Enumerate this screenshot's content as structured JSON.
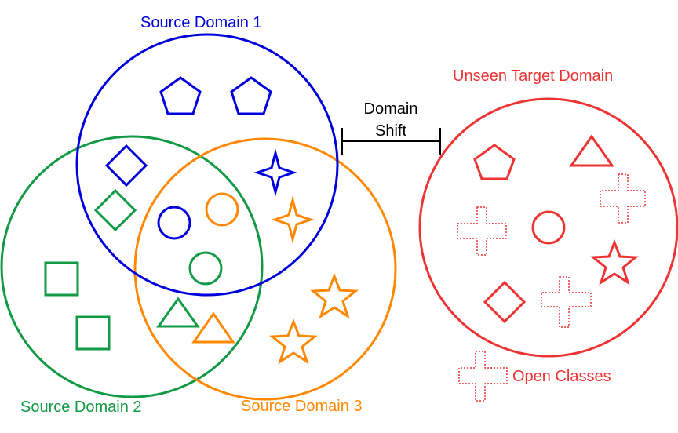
{
  "labels": {
    "source1": "Source Domain 1",
    "source2": "Source Domain 2",
    "source3": "Source Domain 3",
    "target": "Unseen Target Domain",
    "shift_line1": "Domain",
    "shift_line2": "Shift",
    "open_classes": "Open Classes"
  },
  "colors": {
    "source1": "#0000dd",
    "source2": "#119944",
    "source3": "#ff8800",
    "target": "#ee3333",
    "text": "#000000"
  },
  "shapes": {
    "source1": [
      "pentagon",
      "pentagon",
      "diamond",
      "four-point-star",
      "circle"
    ],
    "source2": [
      "diamond",
      "circle",
      "square",
      "square",
      "triangle"
    ],
    "source3": [
      "circle",
      "four-point-star",
      "triangle",
      "star",
      "star"
    ],
    "target": [
      "pentagon",
      "triangle",
      "circle",
      "diamond",
      "star",
      "cross-dotted",
      "cross-dotted",
      "cross-dotted",
      "cross-dotted"
    ]
  }
}
